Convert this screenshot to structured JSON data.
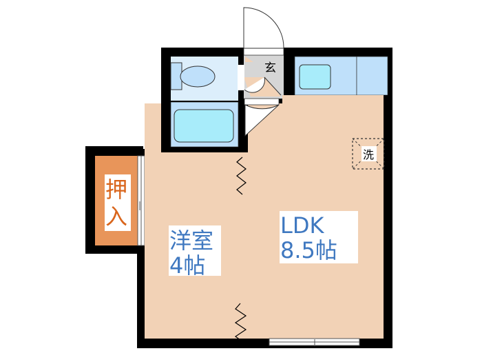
{
  "rooms": {
    "closet": {
      "label_line1": "押",
      "label_line2": "入",
      "color": "#E8955A",
      "text_color": "#D9651C"
    },
    "western": {
      "label_line1": "洋室",
      "label_line2": "4帖",
      "color": "#F2D2B6",
      "text_color": "#3F78C0"
    },
    "ldk": {
      "label_line1": "LDK",
      "label_line2": "8.5帖",
      "color": "#F2D2B6",
      "text_color": "#3F78C0"
    },
    "entrance": {
      "label": "玄",
      "color": "#D6D6D6"
    },
    "washer": {
      "label": "洗"
    },
    "toilet": {
      "color": "#DCEEFB"
    },
    "bath": {
      "color": "#BFE0FA"
    },
    "kitchen": {
      "color": "#BFE0FA"
    }
  },
  "colors": {
    "wall": "#000000",
    "fixture": "#A8ECFA"
  }
}
